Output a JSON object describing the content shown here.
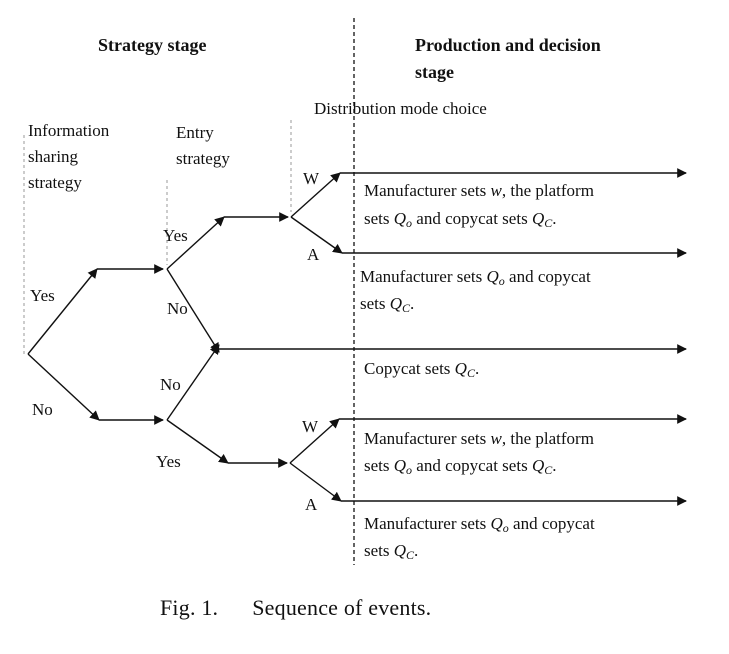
{
  "headers": {
    "strategy_stage": "Strategy  stage",
    "production_line1": "Production and decision",
    "production_line2": "stage",
    "distribution_choice": "Distribution mode choice",
    "info_line1": "Information",
    "info_line2": "sharing",
    "info_line3": "strategy",
    "entry_line1": "Entry",
    "entry_line2": "strategy"
  },
  "branch_labels": {
    "yes_info": "Yes",
    "no_info": "No",
    "yes_entry_top": "Yes",
    "no_entry_top": "No",
    "no_entry_bottom": "No",
    "yes_entry_bottom": "Yes",
    "w_top": "W",
    "a_top": "A",
    "w_bottom": "W",
    "a_bottom": "A"
  },
  "outcomes": {
    "o1": {
      "l1_pre": "Manufacturer sets ",
      "l1_var": "w",
      "l1_post": ", the platform",
      "l2_pre": "sets ",
      "l2_v1": "Q",
      "l2_s1": "o",
      "l2_mid": " and copycat sets ",
      "l2_v2": "Q",
      "l2_s2": "C",
      "l2_end": "."
    },
    "o2": {
      "l1_pre": "Manufacturer sets  ",
      "l1_v1": "Q",
      "l1_s1": "o",
      "l1_post": " and copycat",
      "l2_pre": "sets ",
      "l2_v2": "Q",
      "l2_s2": "C",
      "l2_end": "."
    },
    "o3": {
      "l1_pre": "Copycat sets ",
      "l1_v1": "Q",
      "l1_s1": "C",
      "l1_end": "."
    },
    "o4": {
      "l1_pre": "Manufacturer sets ",
      "l1_var": "w",
      "l1_post": ", the platform",
      "l2_pre": "sets ",
      "l2_v1": "Q",
      "l2_s1": "o",
      "l2_mid": " and copycat sets ",
      "l2_v2": "Q",
      "l2_s2": "C",
      "l2_end": "."
    },
    "o5": {
      "l1_pre": "Manufacturer sets  ",
      "l1_v1": "Q",
      "l1_s1": "o",
      "l1_post": " and copycat",
      "l2_pre": "sets ",
      "l2_v2": "Q",
      "l2_s2": "C",
      "l2_end": "."
    }
  },
  "caption": {
    "label": "Fig. 1.",
    "text": "Sequence of events."
  }
}
